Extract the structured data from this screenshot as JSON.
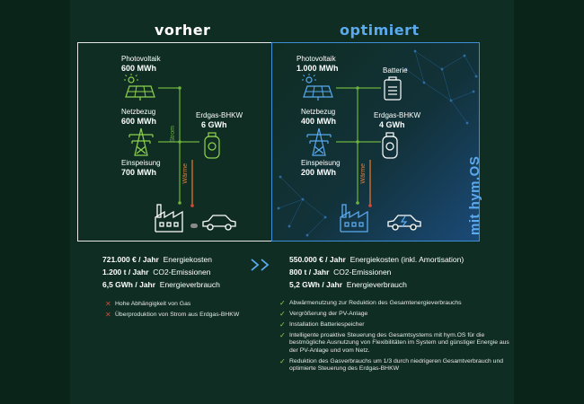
{
  "before": {
    "title": "vorher",
    "pv_label": "Photovoltaik",
    "pv_value": "600 MWh",
    "grid_label": "Netzbezug",
    "grid_value": "600 MWh",
    "feed_label": "Einspeisung",
    "feed_value": "700 MWh",
    "chp_label": "Erdgas-BHKW",
    "chp_value": "6 GWh",
    "strom": "Strom",
    "waerme": "Wärme",
    "stats": [
      {
        "value": "721.000 € / Jahr",
        "label": "Energiekosten"
      },
      {
        "value": "1.200 t / Jahr",
        "label": "CO2-Emissionen"
      },
      {
        "value": "6,5 GWh / Jahr",
        "label": "Energieverbrauch"
      }
    ],
    "bullets": [
      "Hohe Abhängigkeit von Gas",
      "Überproduktion von Strom aus Erdgas-BHKW"
    ]
  },
  "after": {
    "title": "optimiert",
    "pv_label": "Photovoltaik",
    "pv_value": "1.000 MWh",
    "battery_label": "Batterie",
    "grid_label": "Netzbezug",
    "grid_value": "400 MWh",
    "feed_label": "Einspeisung",
    "feed_value": "200 MWh",
    "chp_label": "Erdgas-BHKW",
    "chp_value": "4 GWh",
    "waerme": "Wärme",
    "brand": "mit hym.OS",
    "stats": [
      {
        "value": "550.000 € / Jahr",
        "label": "Energiekosten (inkl. Amortisation)"
      },
      {
        "value": "800 t / Jahr",
        "label": "CO2-Emissionen"
      },
      {
        "value": "5,2 GWh / Jahr",
        "label": "Energieverbrauch"
      }
    ],
    "bullets": [
      "Abwärmenutzung zur Reduktion des Gesamtenergieverbrauchs",
      "Vergrößerung der PV-Anlage",
      "Installation Batteriespeicher",
      "Intelligente proaktive Steuerung des Gesamtsystems mit hym.OS für die bestmögliche Ausnutzung von Flexibilitäten im System und günstiger Energie aus der PV-Anlage und vom Netz.",
      "Reduktion des Gasverbrauchs um 1/3 durch niedrigeren Gesamtverbrauch und optimierte Steuerung des Erdgas-BHKW"
    ]
  },
  "colors": {
    "green_icon": "#8fd14f",
    "blue_icon": "#5aaaf0",
    "strom_line": "#6db33f",
    "waerme_line": "#e87b2c",
    "cross": "#d9463a",
    "check": "#8fd14f"
  }
}
